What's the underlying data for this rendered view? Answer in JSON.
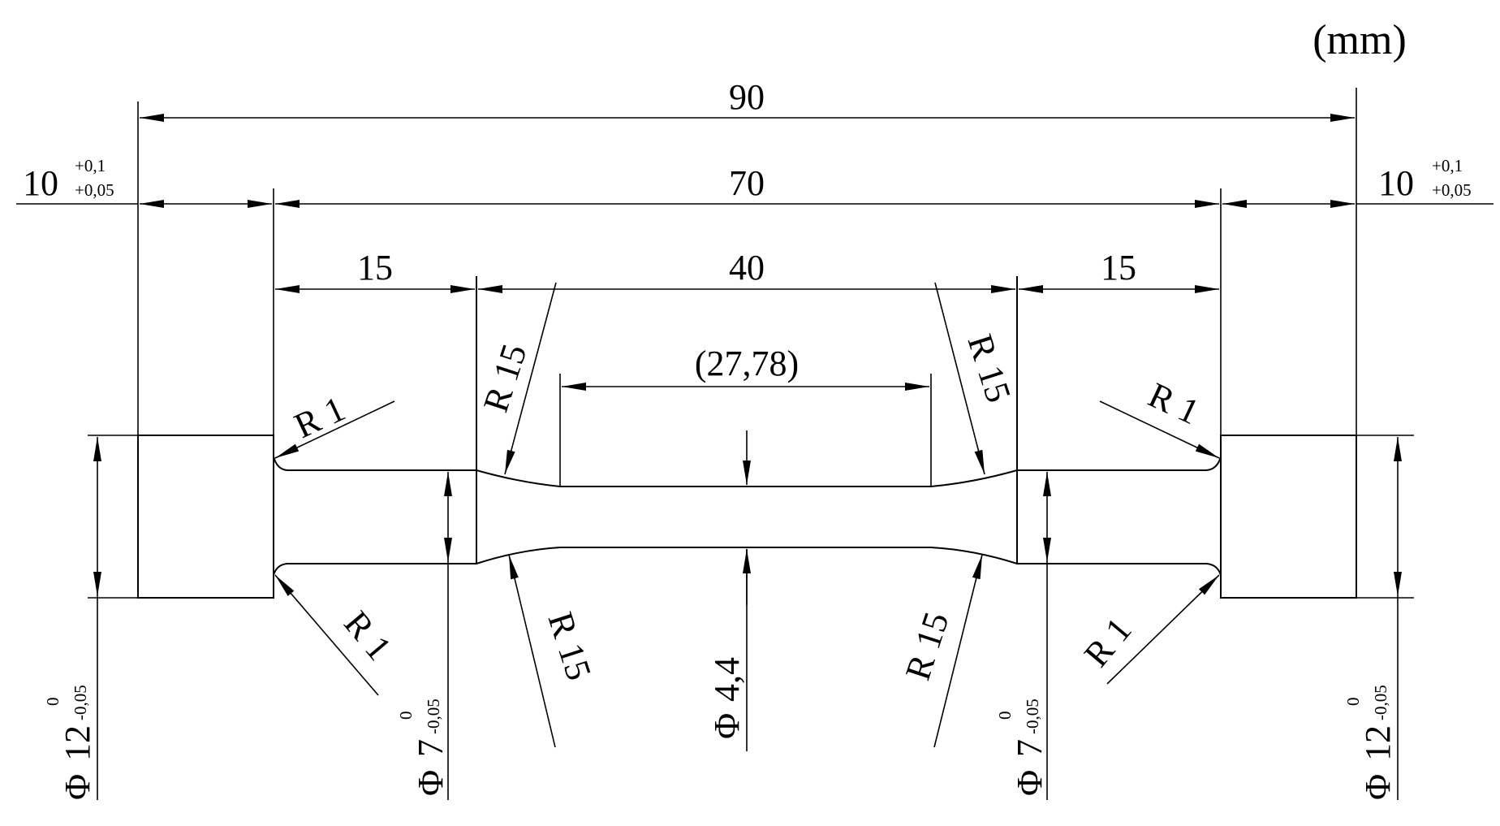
{
  "unit": "(mm)",
  "dims": {
    "overall": "90",
    "inner": "70",
    "end_length_value": "10",
    "end_tol_upper": "+0,1",
    "end_tol_lower": "+0,05",
    "shoulder": "15",
    "reduced": "40",
    "gauge": "(27,78)",
    "radius_1": "R 1",
    "radius_15": "R 15",
    "dia_end_value": "12",
    "dia_end_tol_upper": "0",
    "dia_end_tol_lower": "-0,05",
    "dia_shoulder_value": "7",
    "dia_shoulder_tol_upper": "0",
    "dia_shoulder_tol_lower": "-0,05",
    "dia_gauge": "4,4",
    "phi": "Φ"
  }
}
